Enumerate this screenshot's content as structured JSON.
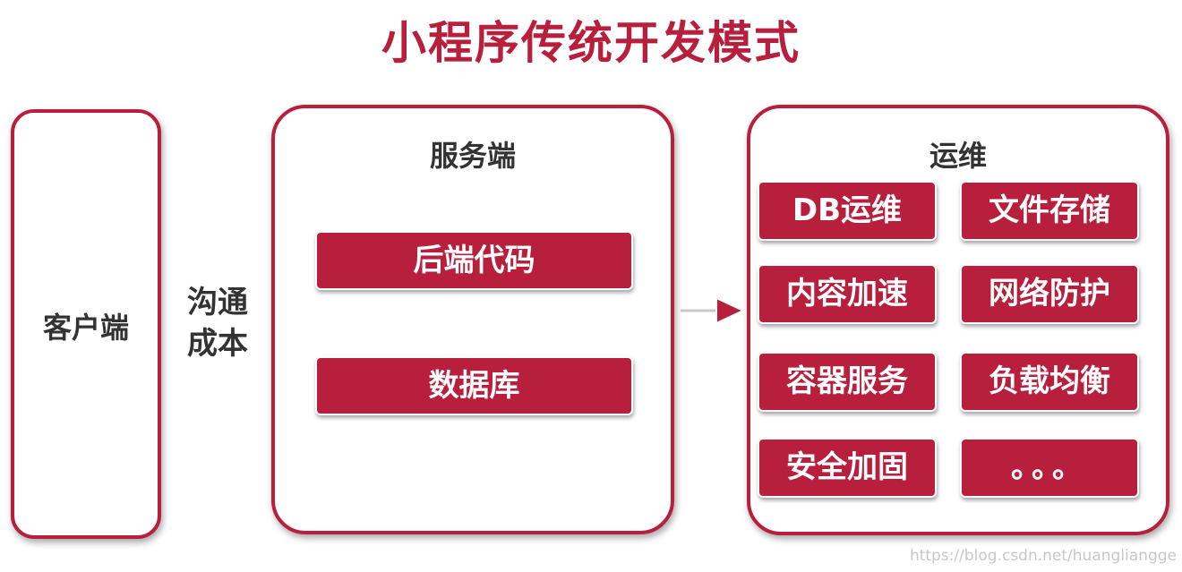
{
  "title": "小程序传统开发模式",
  "client": {
    "label": "客户端"
  },
  "link": {
    "line1": "沟通",
    "line2": "成本"
  },
  "server": {
    "title": "服务端",
    "items": [
      "后端代码",
      "数据库"
    ]
  },
  "ops": {
    "title": "运维",
    "items": [
      "DB运维",
      "文件存储",
      "内容加速",
      "网络防护",
      "容器服务",
      "负载均衡",
      "安全加固",
      "。。。"
    ]
  },
  "watermark": "https://blog.csdn.net/huangliangge",
  "colors": {
    "accent": "#b81f3c",
    "text": "#333333"
  }
}
